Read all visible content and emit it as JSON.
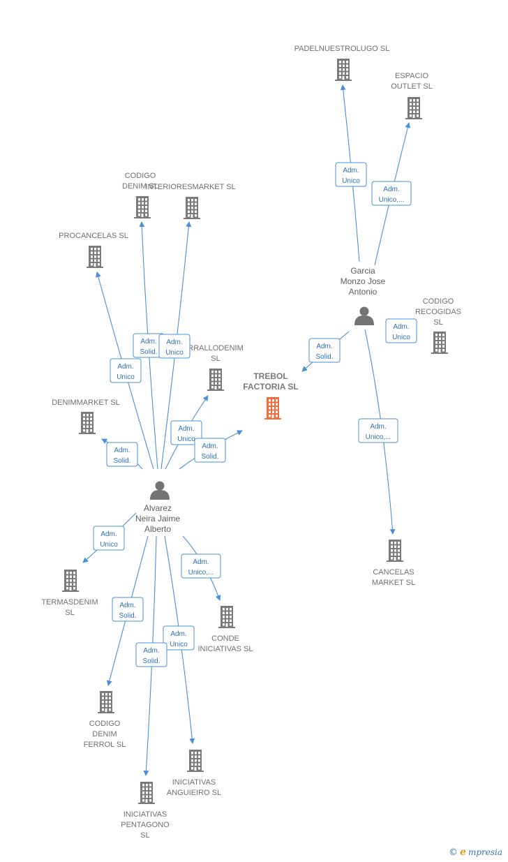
{
  "colors": {
    "edge": "#4a8fd8",
    "building": "#7a7a7a",
    "focus_building": "#f26b3a",
    "person": "#737373"
  },
  "nodes": [
    {
      "id": "trebol",
      "type": "company",
      "focus": true,
      "label": [
        "TREBOL",
        "FACTORIA  SL"
      ]
    },
    {
      "id": "padel",
      "type": "company",
      "label": [
        "PADELNUESTROLUGO SL"
      ]
    },
    {
      "id": "espacio",
      "type": "company",
      "label": [
        "ESPACIO",
        "OUTLET  SL"
      ]
    },
    {
      "id": "codigo_denim",
      "type": "company",
      "label": [
        "CODIGO",
        "DENIM SL"
      ]
    },
    {
      "id": "interiores",
      "type": "company",
      "label": [
        "INTERIORESMARKET SL"
      ]
    },
    {
      "id": "procancelas",
      "type": "company",
      "label": [
        "PROCANCELAS SL"
      ]
    },
    {
      "id": "rrallo",
      "type": "company",
      "label": [
        "RRALLODENIM",
        "SL"
      ]
    },
    {
      "id": "denimmarket",
      "type": "company",
      "label": [
        "DENIMMARKET SL"
      ]
    },
    {
      "id": "recogidas",
      "type": "company",
      "label": [
        "CODIGO",
        "RECOGIDAS",
        "SL"
      ]
    },
    {
      "id": "cancelas",
      "type": "company",
      "label": [
        "CANCELAS",
        "MARKET  SL"
      ]
    },
    {
      "id": "termas",
      "type": "company",
      "label": [
        "TERMASDENIM",
        "SL"
      ]
    },
    {
      "id": "conde",
      "type": "company",
      "label": [
        "CONDE",
        "INICIATIVAS SL"
      ]
    },
    {
      "id": "cdferrol",
      "type": "company",
      "label": [
        "CODIGO",
        "DENIM",
        "FERROL SL"
      ]
    },
    {
      "id": "anguieiro",
      "type": "company",
      "label": [
        "INICIATIVAS",
        "ANGUIEIRO  SL"
      ]
    },
    {
      "id": "pentagono",
      "type": "company",
      "label": [
        "INICIATIVAS",
        "PENTAGONO",
        "SL"
      ]
    },
    {
      "id": "garcia",
      "type": "person",
      "label": [
        "Garcia",
        "Monzo Jose",
        "Antonio"
      ]
    },
    {
      "id": "alvarez",
      "type": "person",
      "label": [
        "Alvarez",
        "Neira Jaime",
        "Alberto"
      ]
    }
  ],
  "edges": [
    {
      "from": "garcia",
      "to": "padel",
      "badge": [
        "Adm.",
        "Unico"
      ]
    },
    {
      "from": "garcia",
      "to": "espacio",
      "badge": [
        "Adm.",
        "Unico,..."
      ]
    },
    {
      "from": "garcia",
      "to": "trebol",
      "badge": [
        "Adm.",
        "Solid."
      ]
    },
    {
      "from": "garcia",
      "to": "recogidas",
      "badge": [
        "Adm.",
        "Unico"
      ]
    },
    {
      "from": "garcia",
      "to": "cancelas",
      "badge": [
        "Adm.",
        "Unico,..."
      ]
    },
    {
      "from": "alvarez",
      "to": "codigo_denim",
      "badge": [
        "Adm.",
        "Solid."
      ]
    },
    {
      "from": "alvarez",
      "to": "interiores",
      "badge": [
        "Adm.",
        "Unico"
      ]
    },
    {
      "from": "alvarez",
      "to": "procancelas",
      "badge": [
        "Adm.",
        "Unico"
      ]
    },
    {
      "from": "alvarez",
      "to": "rrallo",
      "badge": [
        "Adm.",
        "Unico"
      ]
    },
    {
      "from": "alvarez",
      "to": "trebol",
      "badge": [
        "Adm.",
        "Solid."
      ]
    },
    {
      "from": "alvarez",
      "to": "denimmarket",
      "badge": [
        "Adm.",
        "Solid."
      ]
    },
    {
      "from": "alvarez",
      "to": "termas",
      "badge": [
        "Adm.",
        "Unico"
      ]
    },
    {
      "from": "alvarez",
      "to": "conde",
      "badge": [
        "Adm.",
        "Unico,..."
      ]
    },
    {
      "from": "alvarez",
      "to": "cdferrol",
      "badge": [
        "Adm.",
        "Solid."
      ]
    },
    {
      "from": "alvarez",
      "to": "anguieiro",
      "badge": [
        "Adm.",
        "Unico"
      ]
    },
    {
      "from": "alvarez",
      "to": "pentagono",
      "badge": [
        "Adm.",
        "Solid."
      ]
    }
  ],
  "footer": {
    "copyright": "©",
    "brand_first": "e",
    "brand_rest": "mpresia"
  }
}
